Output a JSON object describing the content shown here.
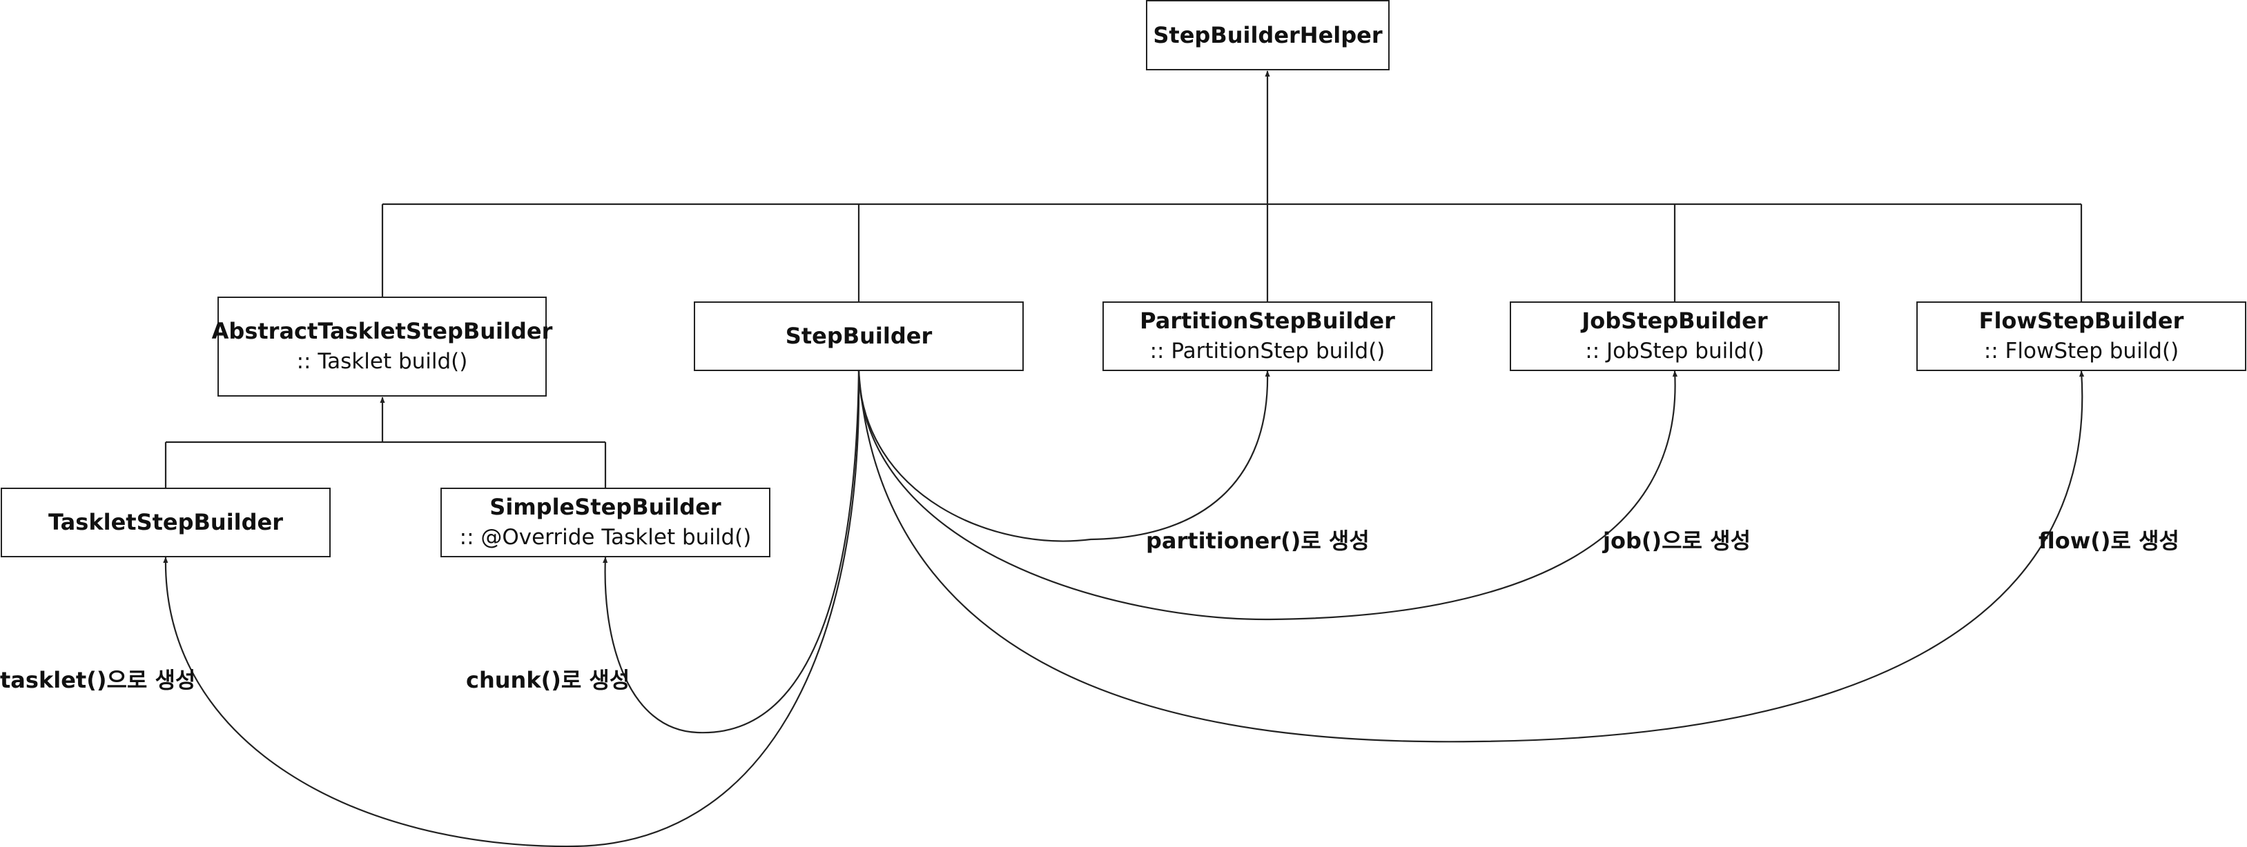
{
  "nodes": {
    "step_builder_helper": {
      "title": "StepBuilderHelper"
    },
    "abstract_tasklet_step_builder": {
      "title": "AbstractTaskletStepBuilder",
      "method": ":: Tasklet build()"
    },
    "step_builder": {
      "title": "StepBuilder"
    },
    "partition_step_builder": {
      "title": "PartitionStepBuilder",
      "method": ":: PartitionStep build()"
    },
    "job_step_builder": {
      "title": "JobStepBuilder",
      "method": ":: JobStep build()"
    },
    "flow_step_builder": {
      "title": "FlowStepBuilder",
      "method": ":: FlowStep build()"
    },
    "tasklet_step_builder": {
      "title": "TaskletStepBuilder"
    },
    "simple_step_builder": {
      "title": "SimpleStepBuilder",
      "method": ":: @Override Tasklet build()"
    }
  },
  "edge_labels": {
    "partitioner": "partitioner()로 생성",
    "job": "job()으로 생성",
    "flow": "flow()로 생성",
    "tasklet": "tasklet()으로 생성",
    "chunk": "chunk()로 생성"
  },
  "colors": {
    "line": "#222222",
    "text": "#111111",
    "background": "#ffffff"
  }
}
